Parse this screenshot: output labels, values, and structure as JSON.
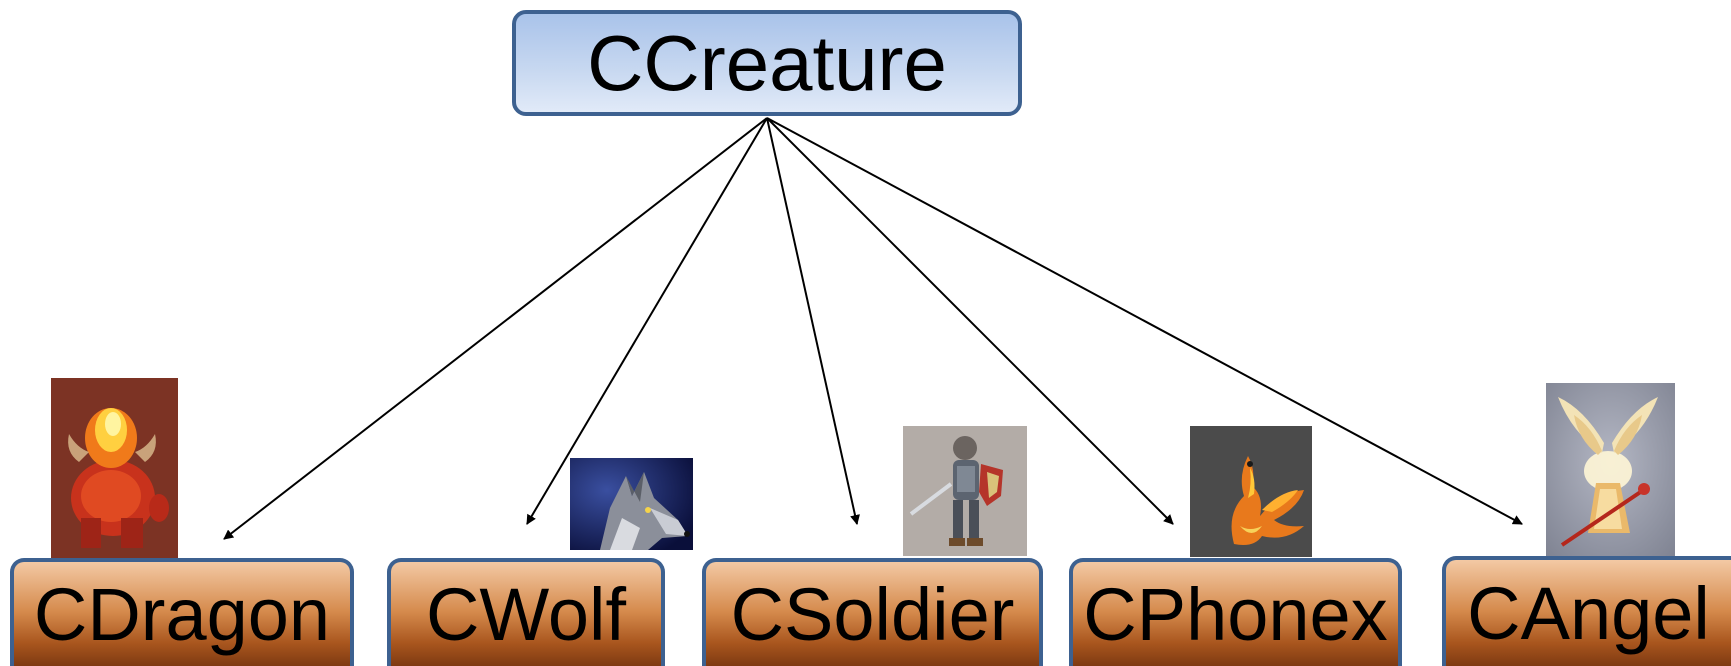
{
  "root": {
    "label": "CCreature"
  },
  "children": [
    {
      "label": "CDragon",
      "icon": "fire-demon-icon"
    },
    {
      "label": "CWolf",
      "icon": "wolf-icon"
    },
    {
      "label": "CSoldier",
      "icon": "armored-soldier-icon"
    },
    {
      "label": "CPhonex",
      "icon": "phoenix-icon"
    },
    {
      "label": "CAngel",
      "icon": "winged-angel-icon"
    }
  ],
  "colors": {
    "root_fill": "#c6d7f0",
    "child_fill": "#c97434",
    "border": "#3d6190",
    "arrow": "#000000"
  }
}
